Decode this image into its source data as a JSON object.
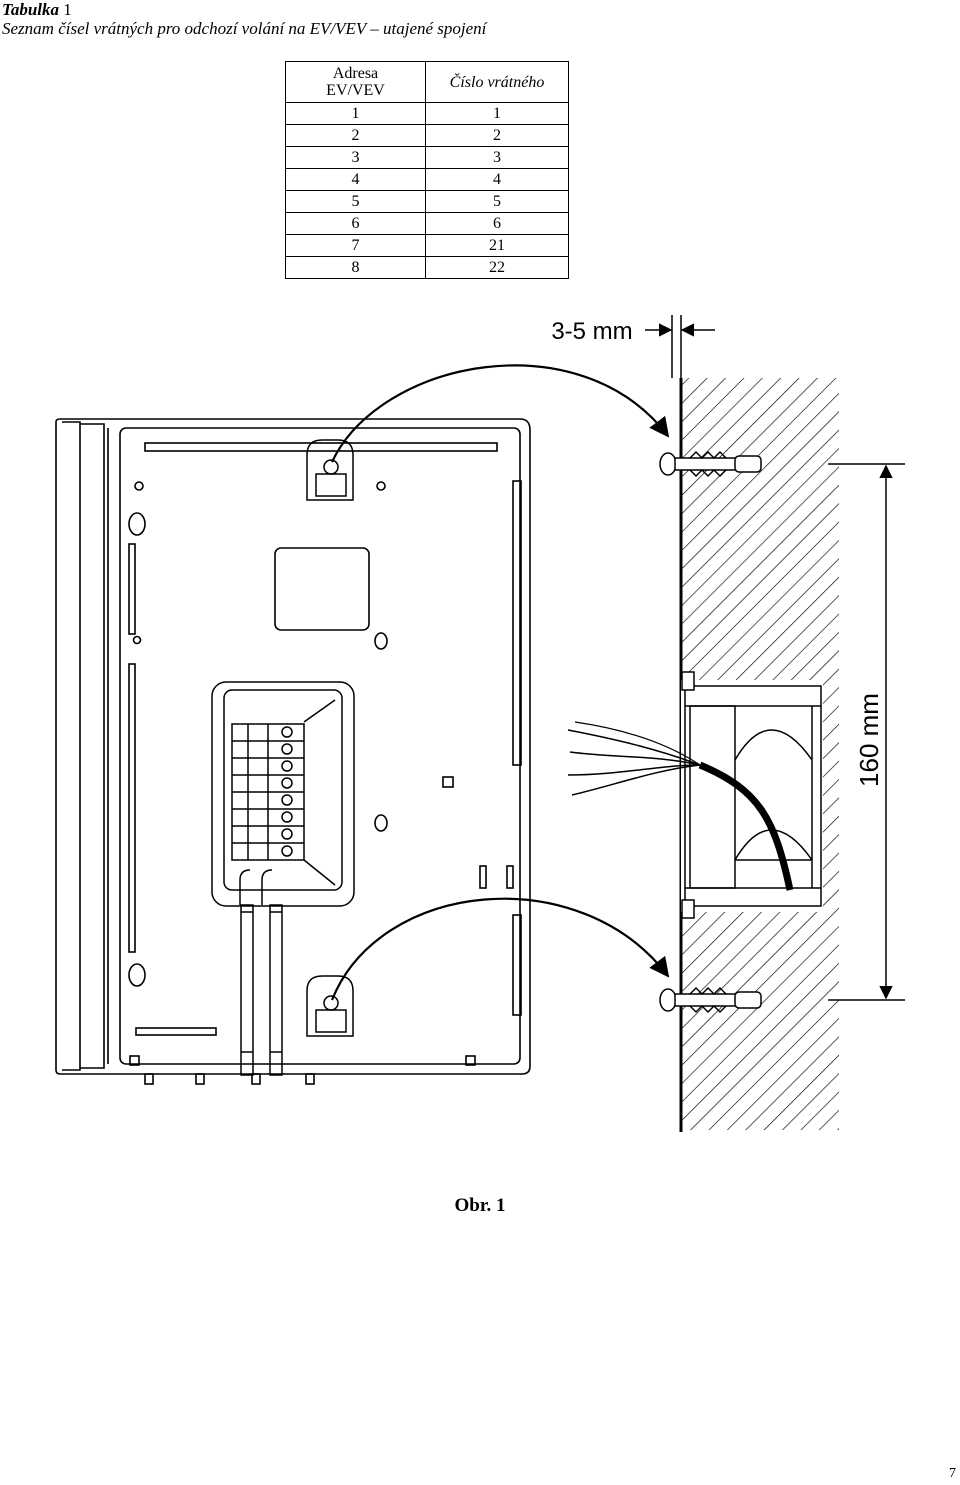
{
  "caption": {
    "label": "Tabulka",
    "number": "1",
    "subtitle": "Seznam čísel vrátných pro odchozí volání na EV/VEV – utajené spojení"
  },
  "table": {
    "headers": {
      "col1_line1": "Adresa",
      "col1_line2": "EV/VEV",
      "col2": "Číslo vrátného"
    },
    "rows": [
      [
        "1",
        "1"
      ],
      [
        "2",
        "2"
      ],
      [
        "3",
        "3"
      ],
      [
        "4",
        "4"
      ],
      [
        "5",
        "5"
      ],
      [
        "6",
        "6"
      ],
      [
        "7",
        "21"
      ],
      [
        "8",
        "22"
      ]
    ]
  },
  "figure": {
    "gap_label": "3-5 mm",
    "spacing_label": "160 mm",
    "label": "Obr. 1"
  },
  "page_number": "7"
}
